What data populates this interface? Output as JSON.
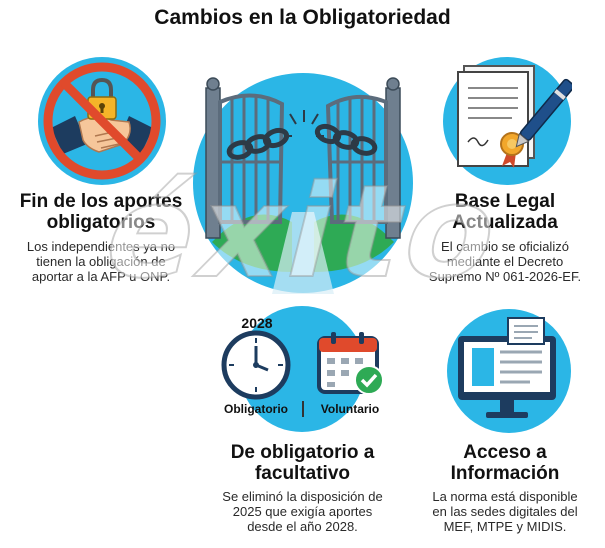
{
  "title": "Cambios en la Obligatoriedad",
  "watermark": "éxito",
  "cards": {
    "card1": {
      "heading_line1": "Fin de los aportes",
      "heading_line2": "obligatorios",
      "desc_line1": "Los independientes ya no",
      "desc_line2": "tienen la obligación de",
      "desc_line3": "aportar a la AFP u ONP."
    },
    "card2": {
      "heading_line1": "Base Legal",
      "heading_line2": "Actualizada",
      "desc_line1": "El cambio se oficializó",
      "desc_line2": "mediante el Decreto",
      "desc_line3": "Supremo Nº 061-2026-EF."
    },
    "card3": {
      "year_label": "2028",
      "left_label": "Obligatorio",
      "right_label": "Voluntario",
      "heading_line1": "De obligatorio a",
      "heading_line2": "facultativo",
      "desc_line1": "Se eliminó la disposición de",
      "desc_line2": "2025 que exigía aportes",
      "desc_line3": "desde el año 2028."
    },
    "card4": {
      "heading_line1": "Acceso a",
      "heading_line2": "Información",
      "desc_line1": "La norma está disponible",
      "desc_line2": "en las sedes digitales del",
      "desc_line3": "MEF, MTPE y MIDIS."
    }
  },
  "colors": {
    "accent_blue": "#2bb6e6",
    "accent_green": "#2eaa55",
    "prohibition_red": "#e04a2c",
    "navy": "#1d3c5f"
  },
  "icons": [
    "prohibited-handshake-lock-icon",
    "broken-chain-gate-icon",
    "document-seal-pen-icon",
    "clock-icon",
    "calendar-check-icon",
    "monitor-document-icon"
  ]
}
